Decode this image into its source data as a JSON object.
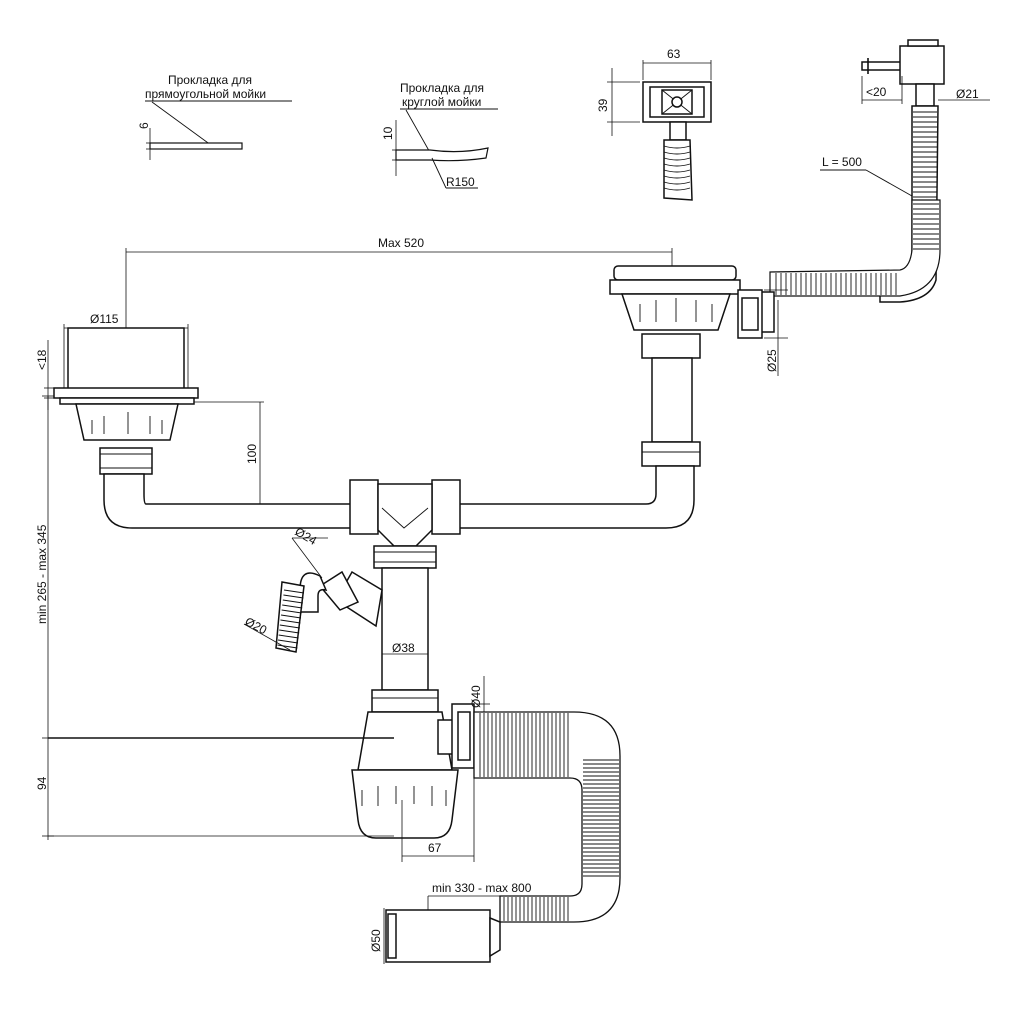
{
  "labels": {
    "gasket_rect_line1": "Прокладка для",
    "gasket_rect_line2": "прямоугольной мойки",
    "gasket_round_line1": "Прокладка для",
    "gasket_round_line2": "круглой мойки",
    "dim_6": "6",
    "dim_10": "10",
    "dim_r150": "R150",
    "dim_63": "63",
    "dim_39": "39",
    "dim_20": "<20",
    "dim_d21": "Ø21",
    "dim_l500": "L = 500",
    "dim_max520": "Max 520",
    "dim_d115": "Ø115",
    "dim_18": "<18",
    "dim_d25": "Ø25",
    "dim_100": "100",
    "dim_min265": "min 265 - max 345",
    "dim_d24": "Ø24",
    "dim_d20": "Ø20",
    "dim_d38": "Ø38",
    "dim_d40": "Ø40",
    "dim_94": "94",
    "dim_67": "67",
    "dim_min330": "min 330 - max 800",
    "dim_d50": "Ø50"
  }
}
